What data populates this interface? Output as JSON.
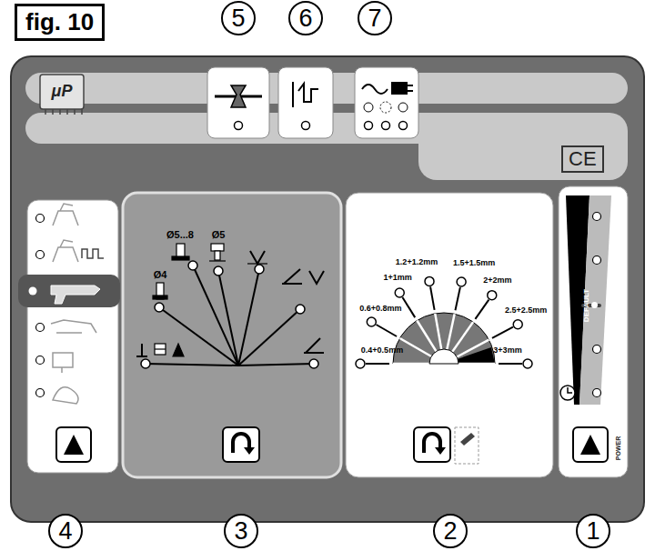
{
  "diagram": {
    "nodes": [
      {
        "text": [
          "fig. 10"
        ]
      },
      {
        "text": [
          "5"
        ]
      },
      {
        "text": [
          "6"
        ]
      },
      {
        "text": [
          "7"
        ]
      },
      {
        "text": [
          "CE"
        ]
      },
      {
        "text": [
          "Ø4",
          "Ø5...8",
          "Ø5"
        ]
      },
      {
        "text": [
          "0.4+0.5mm",
          "0.6+0.8mm",
          "1+1mm",
          "1.2+1.2mm",
          "1.5+1.5mm",
          "2+2mm",
          "2.5+2.5mm",
          "3+3mm"
        ]
      },
      {
        "text": [
          "POWER"
        ]
      },
      {
        "text": [
          "DEFAULT"
        ],
        "in": 7
      },
      {
        "text": [
          "4"
        ]
      },
      {
        "text": [
          "3"
        ]
      },
      {
        "text": [
          "2"
        ]
      },
      {
        "text": [
          "1"
        ]
      }
    ],
    "labels": [
      "μP"
    ]
  }
}
